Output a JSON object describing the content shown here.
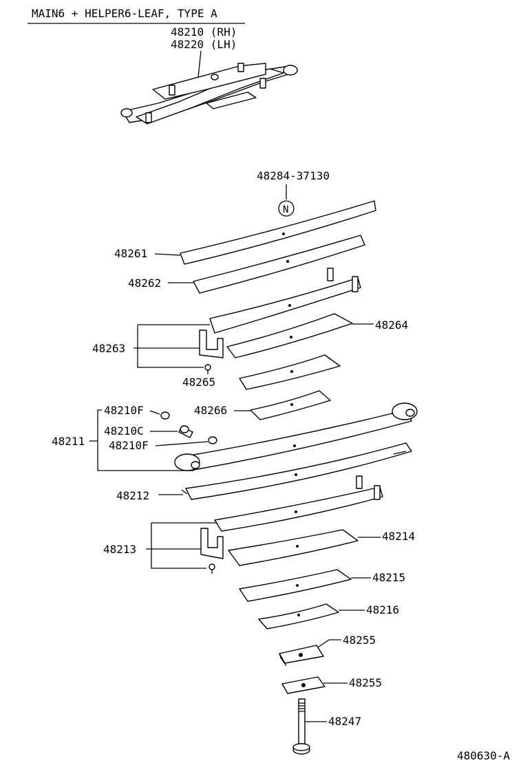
{
  "header": {
    "title": "MAIN6 + HELPER6-LEAF, TYPE A",
    "assembly_rh": "48210 (RH)",
    "assembly_lh": "48220 (LH)"
  },
  "new_part": {
    "number": "48284-37130",
    "symbol": "N"
  },
  "labels": {
    "p48261": "48261",
    "p48262": "48262",
    "p48264": "48264",
    "p48263": "48263",
    "p48265": "48265",
    "p48266": "48266",
    "p48210F_top": "48210F",
    "p48210C": "48210C",
    "p48210F_bottom": "48210F",
    "p48211": "48211",
    "p48212": "48212",
    "p48213": "48213",
    "p48214": "48214",
    "p48215": "48215",
    "p48216": "48216",
    "p48255_top": "48255",
    "p48255_bottom": "48255",
    "p48247": "48247"
  },
  "figure_code": "480630-A"
}
